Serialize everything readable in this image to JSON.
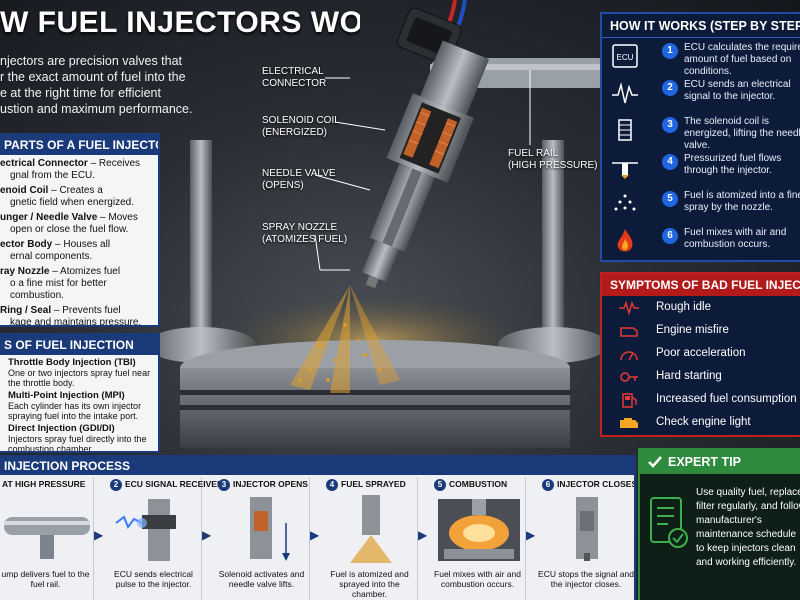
{
  "header": {
    "title": "W FUEL INJECTORS WORK",
    "subtitle_lines": [
      "njectors are precision valves that",
      "r the exact amount of fuel into the",
      "e at the right time for efficient",
      "ustion and maximum performance."
    ]
  },
  "callouts": {
    "electrical_connector": [
      "ELECTRICAL",
      "CONNECTOR"
    ],
    "solenoid_coil": [
      "SOLENOID COIL",
      "(ENERGIZED)"
    ],
    "needle_valve": [
      "NEEDLE VALVE",
      "(OPENS)"
    ],
    "spray_nozzle": [
      "SPRAY NOZZLE",
      "(ATOMIZES FUEL)"
    ],
    "fuel_rail": [
      "FUEL RAIL",
      "(HIGH PRESSURE)"
    ]
  },
  "parts": {
    "heading": "PARTS OF A FUEL INJECTOR",
    "items": [
      {
        "name": "ectrical Connector",
        "desc_a": " – Receives",
        "desc_b": "gnal from the ECU."
      },
      {
        "name": "enoid Coil",
        "desc_a": " – Creates a",
        "desc_b": "gnetic field when energized."
      },
      {
        "name": "unger / Needle Valve",
        "desc_a": " – Moves",
        "desc_b": "open or close the fuel flow."
      },
      {
        "name": "ector Body",
        "desc_a": " – Houses all",
        "desc_b": "ernal components."
      },
      {
        "name": "ray Nozzle",
        "desc_a": " – Atomizes fuel",
        "desc_b": "o a fine mist for better combustion."
      },
      {
        "name": "Ring / Seal",
        "desc_a": " – Prevents fuel",
        "desc_b": "kage and maintains pressure."
      }
    ]
  },
  "types": {
    "heading": "S OF FUEL INJECTION",
    "items": [
      {
        "name": "Throttle Body Injection (TBI)",
        "desc": "One or two injectors spray fuel near the throttle body."
      },
      {
        "name": "Multi-Point Injection (MPI)",
        "desc": "Each cylinder has its own injector spraying fuel into the intake port."
      },
      {
        "name": "Direct Injection (GDI/DI)",
        "desc": "Injectors spray fuel directly into the combustion chamber."
      }
    ]
  },
  "how_it_works": {
    "heading": "HOW IT WORKS (STEP BY STEP)",
    "steps": [
      {
        "num": "1",
        "icon": "ecu-icon",
        "icon_label": "ECU",
        "text": "ECU calculates the required amount of fuel based on conditions."
      },
      {
        "num": "2",
        "icon": "signal-icon",
        "text": "ECU sends an electrical signal to the injector."
      },
      {
        "num": "3",
        "icon": "coil-icon",
        "text": "The solenoid coil is energized, lifting the needle valve."
      },
      {
        "num": "4",
        "icon": "fuel-flow-icon",
        "text": "Pressurized fuel flows through the injector."
      },
      {
        "num": "5",
        "icon": "spray-icon",
        "text": "Fuel is atomized into a fine spray by the nozzle."
      },
      {
        "num": "6",
        "icon": "flame-icon",
        "text": "Fuel mixes with air and combustion occurs."
      }
    ]
  },
  "symptoms": {
    "heading": "SYMPTOMS OF BAD FUEL INJECTORS",
    "items": [
      {
        "icon": "rough-idle-icon",
        "text": "Rough idle"
      },
      {
        "icon": "engine-icon",
        "text": "Engine misfire"
      },
      {
        "icon": "gauge-icon",
        "text": "Poor acceleration"
      },
      {
        "icon": "key-icon",
        "text": "Hard starting"
      },
      {
        "icon": "fuel-pump-icon",
        "text": "Increased fuel consumption"
      },
      {
        "icon": "check-engine-icon",
        "text": "Check engine light"
      }
    ]
  },
  "expert_tip": {
    "heading": "EXPERT TIP",
    "text": "Use quality fuel, replace filter regularly, and follow manufacturer's maintenance schedule to keep injectors clean and working efficiently."
  },
  "process": {
    "heading": "INJECTION PROCESS",
    "steps": [
      {
        "num": "",
        "label": "AT HIGH PRESSURE",
        "desc": "ump delivers fuel to the fuel rail."
      },
      {
        "num": "2",
        "label": "ECU SIGNAL RECEIVED",
        "desc": "ECU sends electrical pulse to the injector."
      },
      {
        "num": "3",
        "label": "INJECTOR OPENS",
        "desc": "Solenoid activates and needle valve lifts."
      },
      {
        "num": "4",
        "label": "FUEL SPRAYED",
        "desc": "Fuel is atomized and sprayed into the chamber."
      },
      {
        "num": "5",
        "label": "COMBUSTION",
        "desc": "Fuel mixes with air and combustion occurs."
      },
      {
        "num": "6",
        "label": "INJECTOR CLOSES",
        "desc": "ECU stops the signal and the injector closes."
      }
    ]
  },
  "colors": {
    "navy": "#1a3a7a",
    "accent_blue": "#1f66e0",
    "symptom_red": "#c21f1f",
    "tip_green": "#2e8b3e",
    "spray_gold": "#e0a030"
  }
}
